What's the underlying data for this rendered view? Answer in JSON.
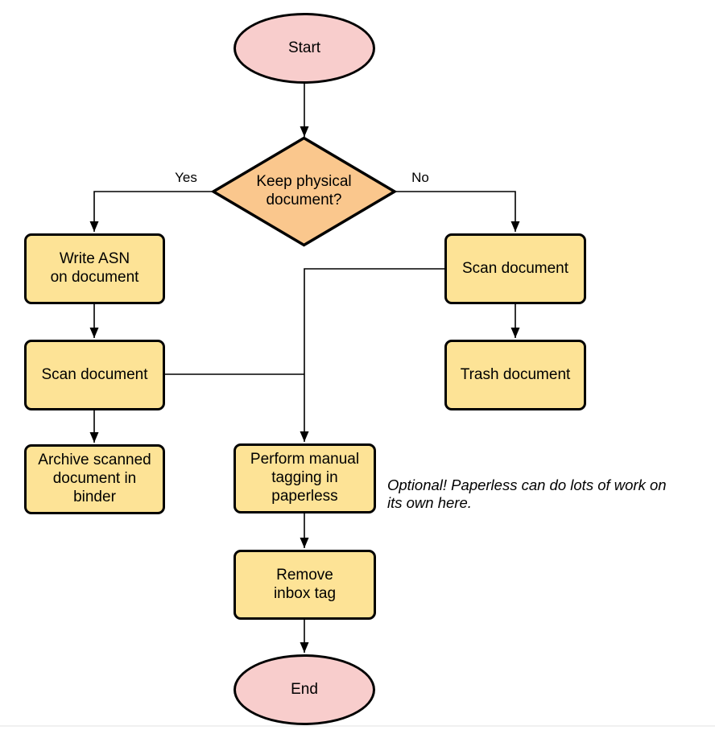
{
  "flowchart": {
    "nodes": {
      "start": {
        "label": "Start",
        "shape": "ellipse"
      },
      "decision": {
        "label": "Keep physical\ndocument?",
        "shape": "diamond"
      },
      "write_asn": {
        "label": "Write ASN\non document",
        "shape": "rect"
      },
      "scan_left": {
        "label": "Scan document",
        "shape": "rect"
      },
      "archive": {
        "label": "Archive scanned\ndocument in\nbinder",
        "shape": "rect"
      },
      "scan_right": {
        "label": "Scan document",
        "shape": "rect"
      },
      "trash": {
        "label": "Trash document",
        "shape": "rect"
      },
      "tagging": {
        "label": "Perform manual\ntagging in\npaperless",
        "shape": "rect"
      },
      "remove_inbox": {
        "label": "Remove\ninbox tag",
        "shape": "rect"
      },
      "end": {
        "label": "End",
        "shape": "ellipse"
      }
    },
    "edges": {
      "yes_label": "Yes",
      "no_label": "No"
    },
    "connections": [
      {
        "from": "start",
        "to": "decision"
      },
      {
        "from": "decision",
        "to": "write_asn",
        "label": "Yes"
      },
      {
        "from": "decision",
        "to": "scan_right",
        "label": "No"
      },
      {
        "from": "write_asn",
        "to": "scan_left"
      },
      {
        "from": "scan_left",
        "to": "archive"
      },
      {
        "from": "scan_left",
        "to": "tagging"
      },
      {
        "from": "scan_right",
        "to": "trash"
      },
      {
        "from": "scan_right",
        "to": "tagging"
      },
      {
        "from": "tagging",
        "to": "remove_inbox"
      },
      {
        "from": "remove_inbox",
        "to": "end"
      }
    ],
    "annotation": {
      "text": "Optional! Paperless can do lots of work on\nits own here."
    },
    "colors": {
      "terminator_fill": "#F8CDCC",
      "decision_fill": "#FAC78D",
      "process_fill": "#FDE396",
      "stroke": "#000000",
      "connector": "#000000",
      "page_divider": "#F0F0F0"
    }
  }
}
